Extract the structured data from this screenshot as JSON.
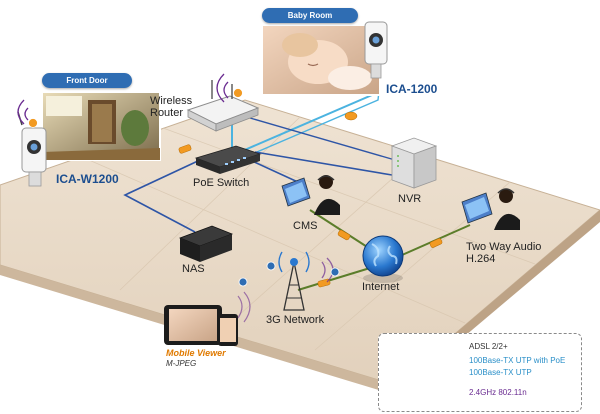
{
  "colors": {
    "adsl": "#5b7d2a",
    "poe": "#4bb3e0",
    "utp": "#2e55a6",
    "wifi": "#6a2c91",
    "floor": "#e9dbc9",
    "floor_edge": "#cbb59c",
    "pill_bg": "#2f6db3",
    "model_text": "#1c4e8f",
    "mobile_text": "#e07a00"
  },
  "locations": {
    "baby_room": "Baby Room",
    "front_door": "Front Door"
  },
  "cameras": {
    "ica_1200": "ICA-1200",
    "ica_w1200": "ICA-W1200"
  },
  "devices": {
    "router_line1": "Wireless",
    "router_line2": "Router",
    "poe_switch": "PoE Switch",
    "nvr": "NVR",
    "cms": "CMS",
    "nas": "NAS",
    "internet": "Internet",
    "network_3g": "3G Network",
    "audio_line1": "Two Way Audio",
    "audio_line2": "H.264"
  },
  "mobile": {
    "title": "Mobile Viewer",
    "codec": "M-JPEG"
  },
  "legend": {
    "adsl": "ADSL 2/2+",
    "poe": "100Base-TX UTP with PoE",
    "utp": "100Base-TX UTP",
    "wifi": "2.4GHz 802.11n"
  },
  "icons": [
    "ip-camera-icon",
    "wireless-router-icon",
    "poe-switch-icon",
    "nvr-icon",
    "cms-workstation-icon",
    "nas-icon",
    "internet-globe-icon",
    "3g-tower-icon",
    "smartphone-icon",
    "tablet-icon",
    "audio-workstation-icon",
    "wifi-icon"
  ]
}
